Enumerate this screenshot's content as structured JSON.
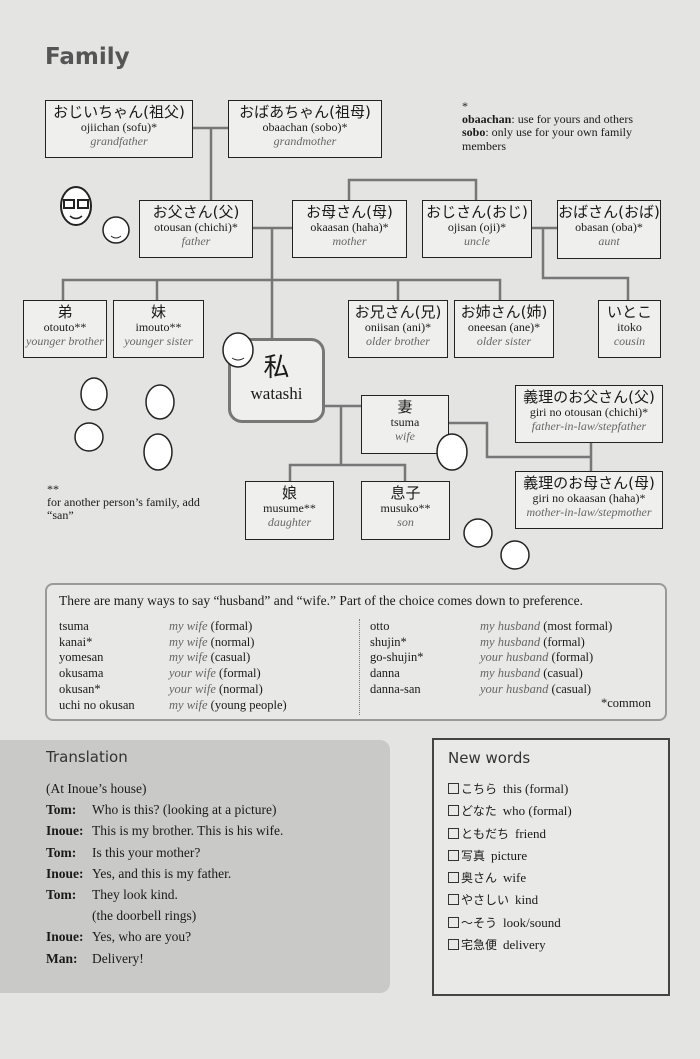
{
  "title": "Family",
  "note_single": {
    "mark": "*",
    "line1_term": "obaachan",
    "line1_text": ": use for yours and others",
    "line2_term": "sobo",
    "line2_text": ": only use for your own family members"
  },
  "note_double": {
    "mark": "**",
    "text": "for another person’s family, add “san”"
  },
  "tree": {
    "grandfather": {
      "jp": "おじいちゃん(祖父)",
      "romaji": "ojiichan (sofu)*",
      "en": "grandfather"
    },
    "grandmother": {
      "jp": "おばあちゃん(祖母)",
      "romaji": "obaachan (sobo)*",
      "en": "grandmother"
    },
    "father": {
      "jp": "お父さん(父)",
      "romaji": "otousan (chichi)*",
      "en": "father"
    },
    "mother": {
      "jp": "お母さん(母)",
      "romaji": "okaasan (haha)*",
      "en": "mother"
    },
    "uncle": {
      "jp": "おじさん(おじ)",
      "romaji": "ojisan (oji)*",
      "en": "uncle"
    },
    "aunt": {
      "jp": "おばさん(おば)",
      "romaji": "obasan (oba)*",
      "en": "aunt"
    },
    "younger_brother": {
      "jp": "弟",
      "romaji": "otouto**",
      "en": "younger brother"
    },
    "younger_sister": {
      "jp": "妹",
      "romaji": "imouto**",
      "en": "younger sister"
    },
    "older_brother": {
      "jp": "お兄さん(兄)",
      "romaji": "oniisan (ani)*",
      "en": "older brother"
    },
    "older_sister": {
      "jp": "お姉さん(姉)",
      "romaji": "oneesan (ane)*",
      "en": "older sister"
    },
    "cousin": {
      "jp": "いとこ",
      "romaji": "itoko",
      "en": "cousin"
    },
    "me": {
      "jp": "私",
      "romaji": "watashi"
    },
    "wife": {
      "jp": "妻",
      "romaji": "tsuma",
      "en": "wife"
    },
    "father_in_law": {
      "jp": "義理のお父さん(父)",
      "romaji": "giri no otousan (chichi)*",
      "en": "father-in-law/stepfather"
    },
    "mother_in_law": {
      "jp": "義理のお母さん(母)",
      "romaji": "giri no okaasan (haha)*",
      "en": "mother-in-law/stepmother"
    },
    "daughter": {
      "jp": "娘",
      "romaji": "musume**",
      "en": "daughter"
    },
    "son": {
      "jp": "息子",
      "romaji": "musuko**",
      "en": "son"
    }
  },
  "husband_wife": {
    "intro": "There are many ways to say “husband” and “wife.” Part of the choice comes down to preference.",
    "wife_terms": [
      {
        "word": "tsuma",
        "meaning": "my wife",
        "level": "(formal)"
      },
      {
        "word": "kanai*",
        "meaning": "my wife",
        "level": "(normal)"
      },
      {
        "word": "yomesan",
        "meaning": "my wife",
        "level": "(casual)"
      },
      {
        "word": "okusama",
        "meaning": "your wife",
        "level": "(formal)"
      },
      {
        "word": "okusan*",
        "meaning": "your wife",
        "level": "(normal)"
      },
      {
        "word": "uchi no okusan",
        "meaning": "my wife",
        "level": "(young people)"
      }
    ],
    "husband_terms": [
      {
        "word": "otto",
        "meaning": "my husband",
        "level": "(most formal)"
      },
      {
        "word": "shujin*",
        "meaning": "my husband",
        "level": "(formal)"
      },
      {
        "word": "go-shujin*",
        "meaning": "your husband",
        "level": "(formal)"
      },
      {
        "word": "danna",
        "meaning": "my husband",
        "level": "(casual)"
      },
      {
        "word": "danna-san",
        "meaning": "your husband",
        "level": "(casual)"
      }
    ],
    "footnote": "*common"
  },
  "translation": {
    "heading": "Translation",
    "lines": [
      {
        "speaker": "",
        "text": "(At Inoue’s house)"
      },
      {
        "speaker": "Tom:",
        "text": "Who is this? (looking at a picture)"
      },
      {
        "speaker": "Inoue:",
        "text": "This is my brother. This is his wife."
      },
      {
        "speaker": "Tom:",
        "text": "Is this your mother?"
      },
      {
        "speaker": "Inoue:",
        "text": "Yes, and this is my father."
      },
      {
        "speaker": "Tom:",
        "text": "They look kind."
      },
      {
        "speaker": "",
        "text": "(the doorbell rings)"
      },
      {
        "speaker": "Inoue:",
        "text": "Yes, who are you?"
      },
      {
        "speaker": "Man:",
        "text": "Delivery!"
      }
    ]
  },
  "new_words": {
    "heading": "New words",
    "items": [
      {
        "jp": "こちら",
        "en": "this (formal)"
      },
      {
        "jp": "どなた",
        "en": "who (formal)"
      },
      {
        "jp": "ともだち",
        "en": "friend"
      },
      {
        "jp": "写真",
        "en": "picture"
      },
      {
        "jp": "奥さん",
        "en": "wife"
      },
      {
        "jp": "やさしい",
        "en": "kind"
      },
      {
        "jp": "〜そう",
        "en": "look/sound"
      },
      {
        "jp": "宅急便",
        "en": "delivery"
      }
    ]
  }
}
